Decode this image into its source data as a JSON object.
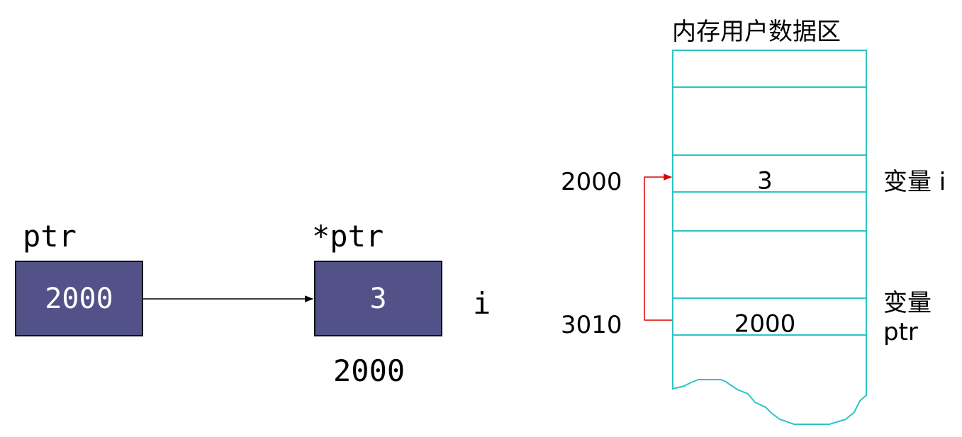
{
  "left": {
    "ptr_label": "ptr",
    "ptr_value": "2000",
    "deref_label": "*ptr",
    "target_value": "3",
    "var_name": "i",
    "target_address": "2000"
  },
  "memory": {
    "title": "内存用户数据区",
    "cell_i_value": "3",
    "cell_ptr_value": "2000",
    "addr_i": "2000",
    "addr_ptr": "3010",
    "label_i": "变量 i",
    "label_ptr_line1": "变量",
    "label_ptr_line2": "ptr"
  },
  "colors": {
    "box_fill": "#525288",
    "memory_border": "#2ec4c4",
    "pointer_arrow": "#e00000"
  }
}
